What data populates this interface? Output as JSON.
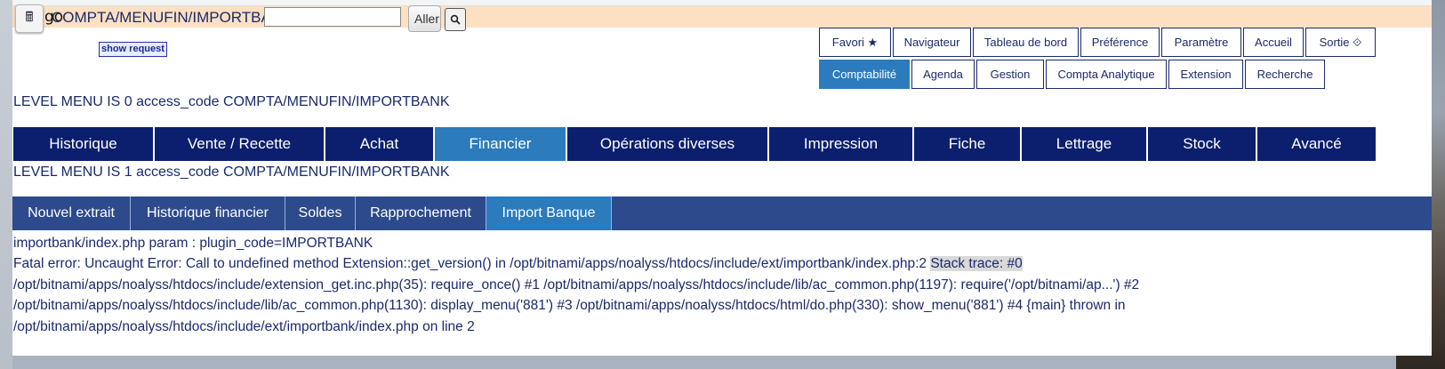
{
  "topbar": {
    "go_glyph": "go",
    "access_code": "COMPTA/MENUFIN/IMPORTBANK",
    "go_button": "Aller",
    "show_request": "show request"
  },
  "top_menu": {
    "row1": [
      "Favori ★",
      "Navigateur",
      "Tableau de bord",
      "Préférence",
      "Paramètre",
      "Accueil",
      "Sortie ⟐"
    ],
    "row2": [
      "Comptabilité",
      "Agenda",
      "Gestion",
      "Compta Analytique",
      "Extension",
      "Recherche"
    ],
    "row2_active": "Comptabilité"
  },
  "level0": "LEVEL MENU IS 0 access_code COMPTA/MENUFIN/IMPORTBANK",
  "main_menu": [
    "Historique",
    "Vente / Recette",
    "Achat",
    "Financier",
    "Opérations diverses",
    "Impression",
    "Fiche",
    "Lettrage",
    "Stock",
    "Avancé"
  ],
  "main_menu_active": "Financier",
  "level1": "LEVEL MENU IS 1 access_code COMPTA/MENUFIN/IMPORTBANK",
  "sub_menu": [
    "Nouvel extrait",
    "Historique financier",
    "Soldes",
    "Rapprochement",
    "Import Banque"
  ],
  "sub_menu_active": "Import Banque",
  "content": {
    "param_line": "importbank/index.php param : plugin_code=IMPORTBANK",
    "error_start": "Fatal error: Uncaught Error: Call to undefined method Extension::get_version() in /opt/bitnami/apps/noalyss/htdocs/include/ext/importbank/index.php:2 ",
    "error_highlight": "Stack trace: #0",
    "error_rest": "/opt/bitnami/apps/noalyss/htdocs/include/extension_get.inc.php(35): require_once() #1 /opt/bitnami/apps/noalyss/htdocs/include/lib/ac_common.php(1197): require('/opt/bitnami/ap...') #2 /opt/bitnami/apps/noalyss/htdocs/include/lib/ac_common.php(1130): display_menu('881') #3 /opt/bitnami/apps/noalyss/htdocs/html/do.php(330): show_menu('881') #4 {main} thrown in /opt/bitnami/apps/noalyss/htdocs/include/ext/importbank/index.php on line 2"
  }
}
